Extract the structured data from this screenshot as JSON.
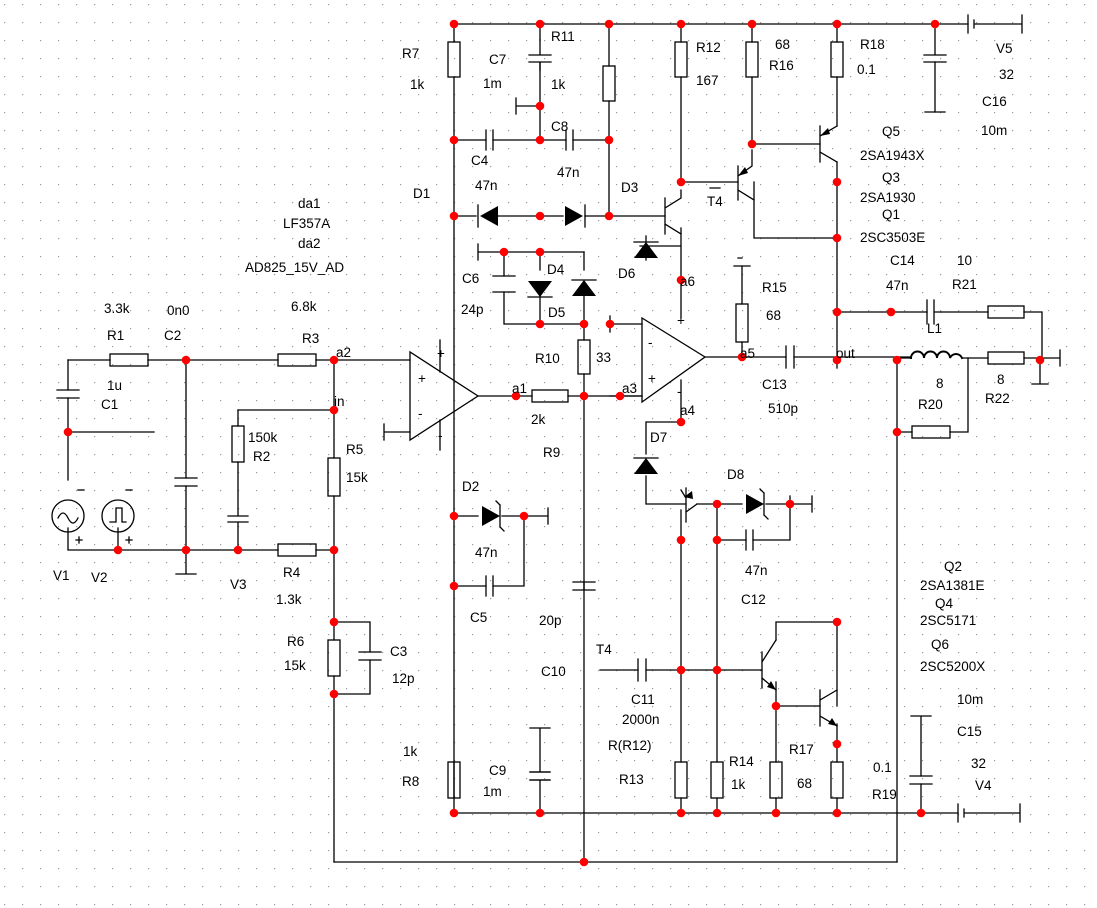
{
  "colors": {
    "wire": "#000000",
    "node": "#ff0000",
    "background": "#ffffff",
    "grid": "#9a9a9a"
  },
  "labels": {
    "R7": "R7",
    "R7_val": "1k",
    "R11": "R11",
    "C7": "C7",
    "C7_val": "1m",
    "R11_val": "1k",
    "R12": "R12",
    "R12_val": "167",
    "R16_val": "68",
    "R16": "R16",
    "R18": "R18",
    "R18_val": "0.1",
    "V5": "V5",
    "V5_val": "32",
    "C16": "C16",
    "C16_val": "10m",
    "C4": "C4",
    "C4_val": "47n",
    "C8": "C8",
    "C8_val": "47n",
    "D1": "D1",
    "D3": "D3",
    "T4_top": "T4",
    "Q5": "Q5",
    "Q5_part": "2SA1943X",
    "Q3": "Q3",
    "Q3_part": "2SA1930",
    "Q1": "Q1",
    "Q1_part": "2SC3503E",
    "da1": "da1",
    "da1_part": "LF357A",
    "da2": "da2",
    "da2_part": "AD825_15V_AD",
    "C6": "C6",
    "C6_val": "24p",
    "D4": "D4",
    "D5": "D5",
    "D6": "D6",
    "a6": "a6",
    "C14": "C14",
    "C14_val": "47n",
    "R21_val": "10",
    "R21": "R21",
    "R15": "R15",
    "R15_val": "68",
    "L1": "L1",
    "R1_val": "3.3k",
    "R1": "R1",
    "C2_val": "0n0",
    "C2": "C2",
    "C1_val": "1u",
    "C1": "C1",
    "R3_val": "6.8k",
    "R3": "R3",
    "a2": "a2",
    "in": "in",
    "R2_val": "150k",
    "R2": "R2",
    "R5": "R5",
    "R5_val": "15k",
    "R10": "R10",
    "R10_val": "33",
    "a1": "a1",
    "a3": "a3",
    "R9_val": "2k",
    "R9": "R9",
    "a5": "a5",
    "out": "out",
    "C13": "C13",
    "C13_val": "510p",
    "L1_val": "8",
    "R22_val": "8",
    "R20": "R20",
    "R22": "R22",
    "a4": "a4",
    "D7": "D7",
    "D8": "D8",
    "D2": "D2",
    "D2_val": "47n",
    "V1": "V1",
    "V2": "V2",
    "V3": "V3",
    "R4": "R4",
    "R4_val": "1.3k",
    "C5": "C5",
    "C10_val": "20p",
    "C12_val": "47n",
    "C12": "C12",
    "Q2": "Q2",
    "Q2_part": "2SA1381E",
    "Q4": "Q4",
    "Q4_part": "2SC5171",
    "Q6": "Q6",
    "Q6_part": "2SC5200X",
    "R6": "R6",
    "R6_val": "15k",
    "C3": "C3",
    "C3_val": "12p",
    "T4_bot": "T4",
    "C10": "C10",
    "C11": "C11",
    "C11_val": "2000n",
    "C15_val": "10m",
    "C15": "C15",
    "R8_val": "1k",
    "R8": "R8",
    "C9": "C9",
    "C9_val": "1m",
    "R12ref": "R(R12)",
    "R13": "R13",
    "R14": "R14",
    "R14_val": "1k",
    "R17": "R17",
    "R17_val": "68",
    "R19_val": "0.1",
    "R19": "R19",
    "V4_val": "32",
    "V4": "V4",
    "opamp_plus": "+",
    "opamp_minus": "-"
  }
}
